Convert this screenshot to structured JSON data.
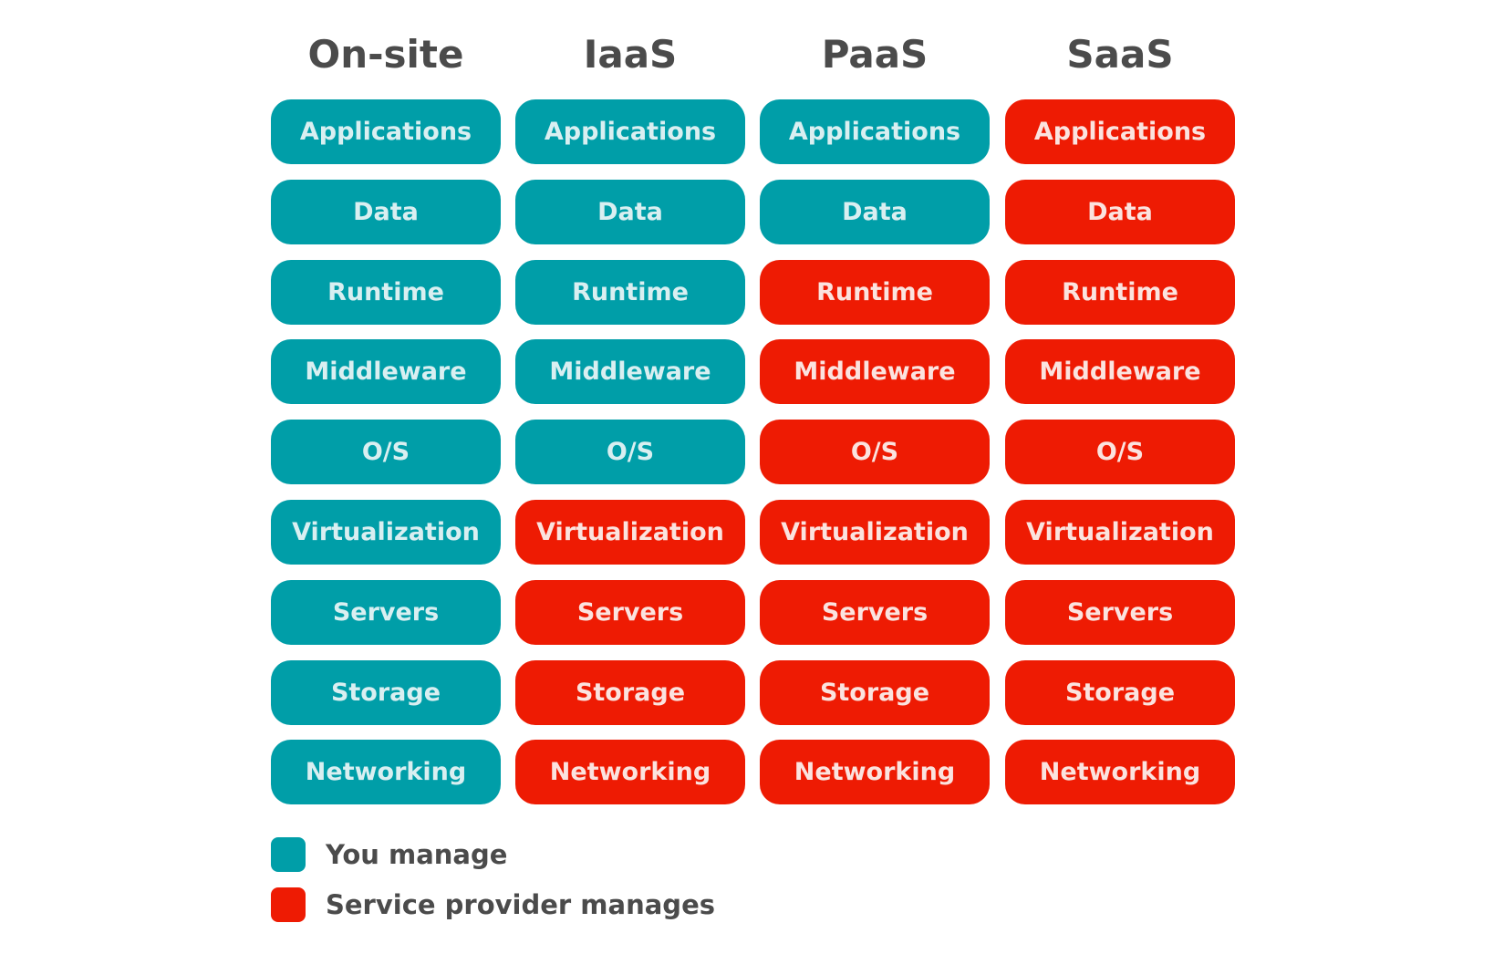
{
  "columns": [
    {
      "name": "On-site",
      "cells": [
        {
          "label": "Applications",
          "managed_by": "you"
        },
        {
          "label": "Data",
          "managed_by": "you"
        },
        {
          "label": "Runtime",
          "managed_by": "you"
        },
        {
          "label": "Middleware",
          "managed_by": "you"
        },
        {
          "label": "O/S",
          "managed_by": "you"
        },
        {
          "label": "Virtualization",
          "managed_by": "you"
        },
        {
          "label": "Servers",
          "managed_by": "you"
        },
        {
          "label": "Storage",
          "managed_by": "you"
        },
        {
          "label": "Networking",
          "managed_by": "you"
        }
      ]
    },
    {
      "name": "IaaS",
      "cells": [
        {
          "label": "Applications",
          "managed_by": "you"
        },
        {
          "label": "Data",
          "managed_by": "you"
        },
        {
          "label": "Runtime",
          "managed_by": "you"
        },
        {
          "label": "Middleware",
          "managed_by": "you"
        },
        {
          "label": "O/S",
          "managed_by": "you"
        },
        {
          "label": "Virtualization",
          "managed_by": "provider"
        },
        {
          "label": "Servers",
          "managed_by": "provider"
        },
        {
          "label": "Storage",
          "managed_by": "provider"
        },
        {
          "label": "Networking",
          "managed_by": "provider"
        }
      ]
    },
    {
      "name": "PaaS",
      "cells": [
        {
          "label": "Applications",
          "managed_by": "you"
        },
        {
          "label": "Data",
          "managed_by": "you"
        },
        {
          "label": "Runtime",
          "managed_by": "provider"
        },
        {
          "label": "Middleware",
          "managed_by": "provider"
        },
        {
          "label": "O/S",
          "managed_by": "provider"
        },
        {
          "label": "Virtualization",
          "managed_by": "provider"
        },
        {
          "label": "Servers",
          "managed_by": "provider"
        },
        {
          "label": "Storage",
          "managed_by": "provider"
        },
        {
          "label": "Networking",
          "managed_by": "provider"
        }
      ]
    },
    {
      "name": "SaaS",
      "cells": [
        {
          "label": "Applications",
          "managed_by": "provider"
        },
        {
          "label": "Data",
          "managed_by": "provider"
        },
        {
          "label": "Runtime",
          "managed_by": "provider"
        },
        {
          "label": "Middleware",
          "managed_by": "provider"
        },
        {
          "label": "O/S",
          "managed_by": "provider"
        },
        {
          "label": "Virtualization",
          "managed_by": "provider"
        },
        {
          "label": "Servers",
          "managed_by": "provider"
        },
        {
          "label": "Storage",
          "managed_by": "provider"
        },
        {
          "label": "Networking",
          "managed_by": "provider"
        }
      ]
    }
  ],
  "legend": {
    "you": {
      "label": "You manage",
      "color": "#009ea8"
    },
    "provider": {
      "label": "Service provider manages",
      "color": "#ee1b03"
    }
  },
  "colors": {
    "you": "#009ea8",
    "provider": "#ee1b03",
    "header_text": "#4b4b4b"
  }
}
